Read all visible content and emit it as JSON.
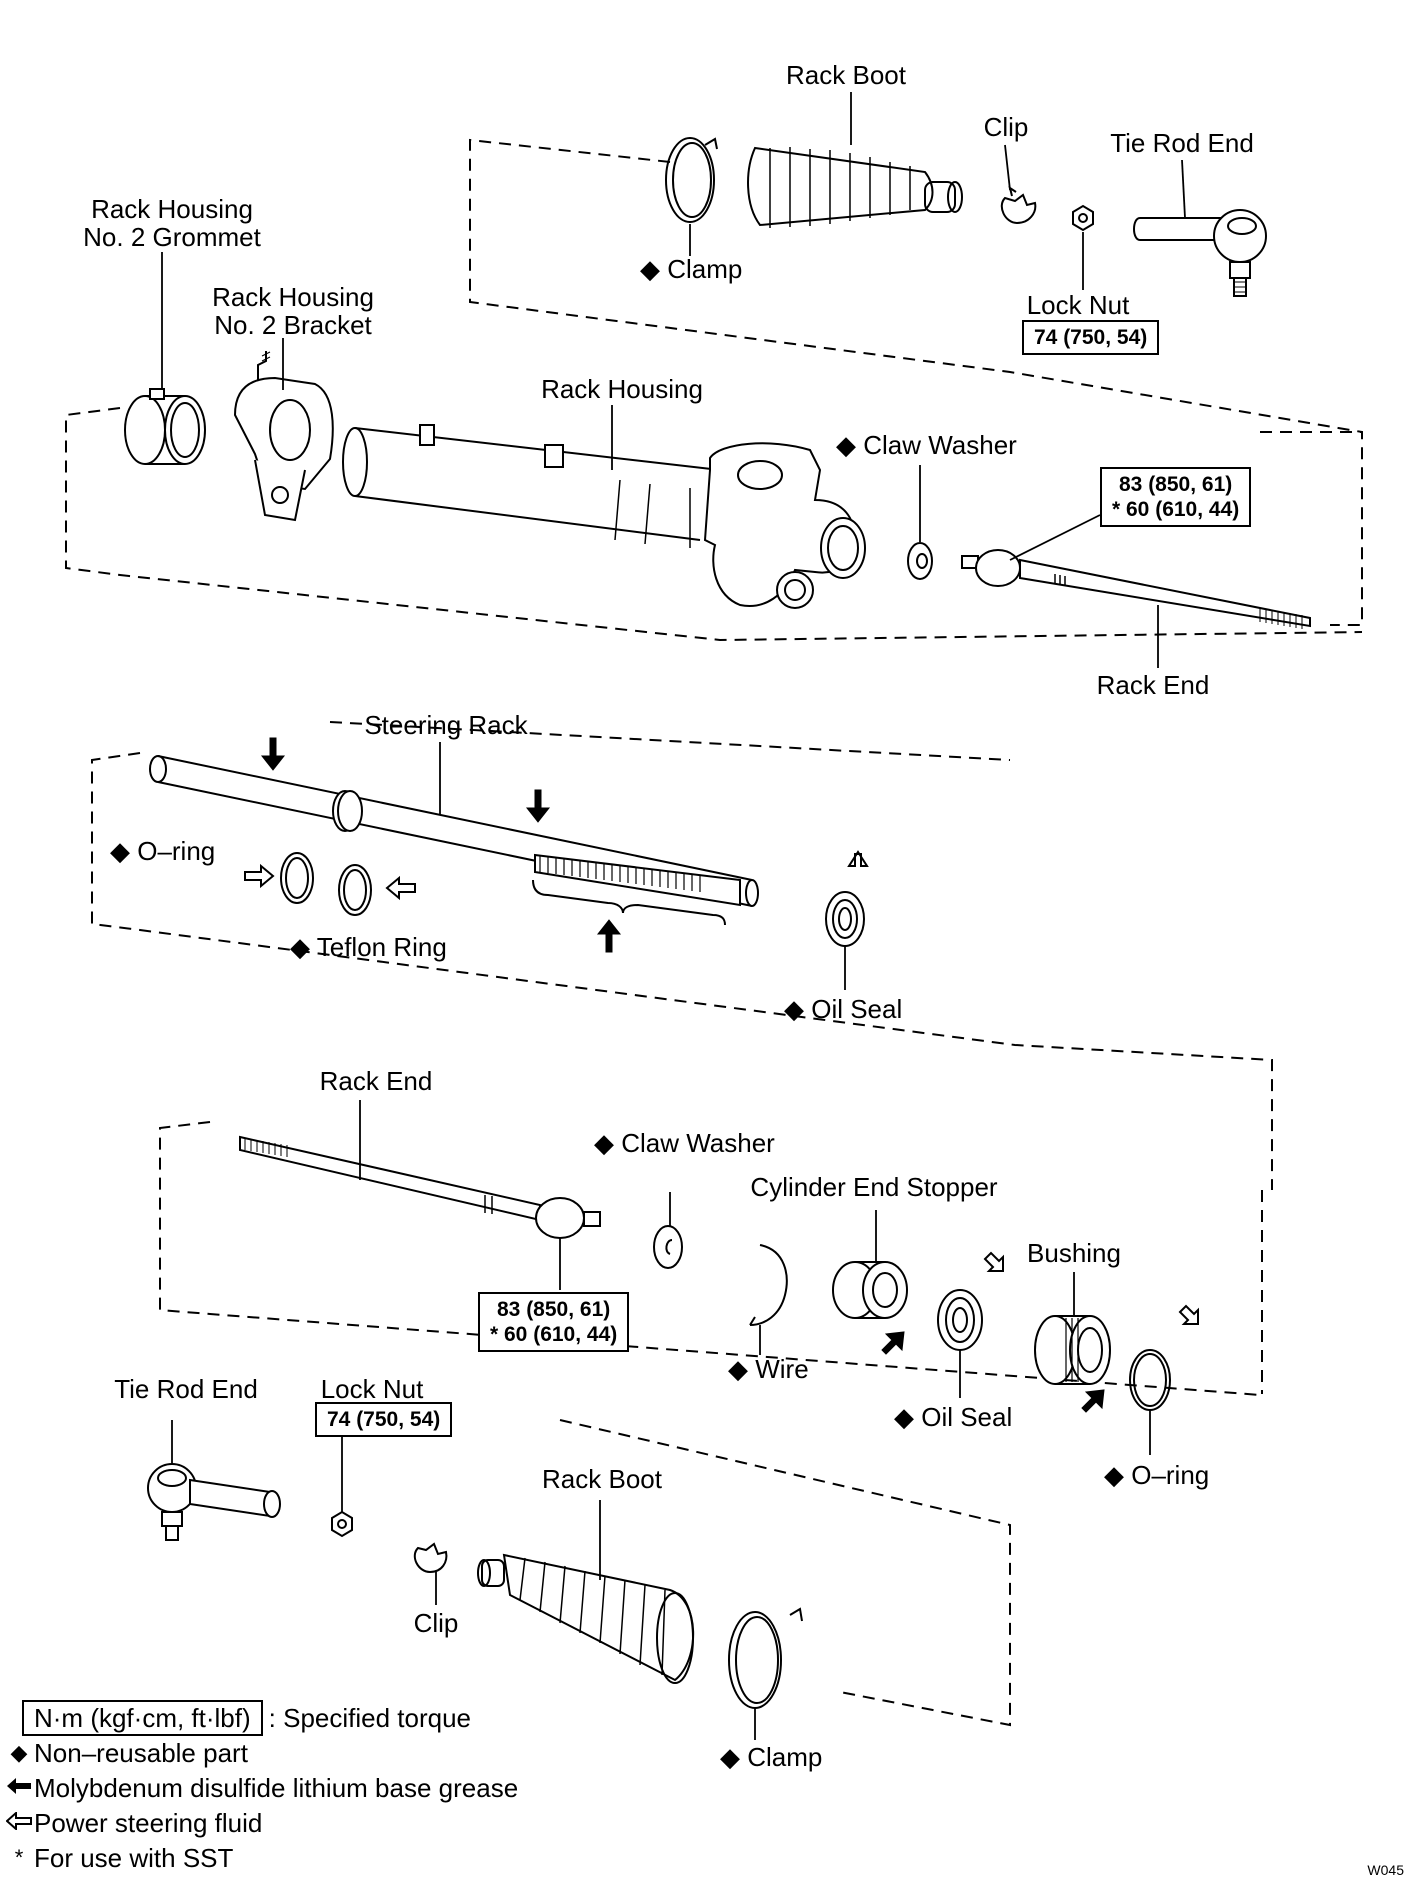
{
  "labels": {
    "rack_boot_top": "Rack Boot",
    "clip_top": "Clip",
    "tie_rod_end_top": "Tie Rod End",
    "clamp_top": "◆ Clamp",
    "lock_nut_top": "Lock Nut",
    "grommet_l1": "Rack Housing",
    "grommet_l2": "No. 2 Grommet",
    "bracket_l1": "Rack Housing",
    "bracket_l2": "No. 2 Bracket",
    "rack_housing": "Rack Housing",
    "claw_washer_top": "◆ Claw Washer",
    "rack_end_top": "Rack End",
    "steering_rack": "Steering Rack",
    "o_ring_left": "◆ O–ring",
    "teflon_ring": "◆ Teflon Ring",
    "oil_seal_mid": "◆ Oil Seal",
    "rack_end_lower": "Rack End",
    "claw_washer_lower": "◆ Claw Washer",
    "cylinder_end_stopper": "Cylinder End Stopper",
    "bushing": "Bushing",
    "wire": "◆ Wire",
    "oil_seal_lower": "◆ Oil Seal",
    "o_ring_right": "◆ O–ring",
    "tie_rod_end_lower": "Tie Rod End",
    "lock_nut_lower": "Lock Nut",
    "rack_boot_lower": "Rack Boot",
    "clip_lower": "Clip",
    "clamp_lower": "◆ Clamp"
  },
  "torques": {
    "lock_nut_top": "74 (750, 54)",
    "rack_end_top_1": "83 (850, 61)",
    "rack_end_top_2": "* 60 (610, 44)",
    "rack_end_lower_1": "83 (850, 61)",
    "rack_end_lower_2": "* 60 (610, 44)",
    "lock_nut_lower": "74 (750, 54)"
  },
  "legend": {
    "torque_box": "N·m (kgf·cm, ft·lbf)",
    "torque_desc": ": Specified torque",
    "non_reusable": "Non–reusable part",
    "moly_grease": "Molybdenum disulfide lithium base grease",
    "ps_fluid": "Power steering fluid",
    "sst_mark": "*",
    "sst": "For use with SST"
  },
  "page_id": "W045"
}
